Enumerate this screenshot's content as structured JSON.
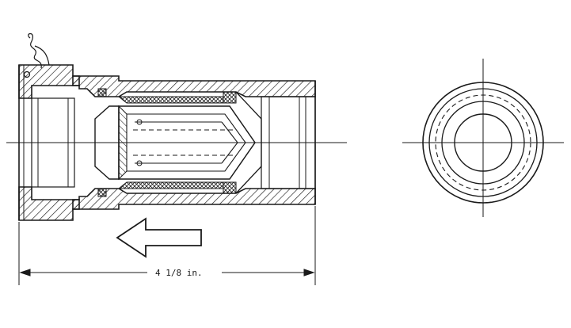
{
  "drawing": {
    "dimension_label": "4 1/8 in.",
    "flow_direction": "left",
    "views": [
      "sectional-side-view",
      "end-view"
    ],
    "colors": {
      "ink": "#1a1a1a",
      "paper": "#ffffff"
    }
  }
}
